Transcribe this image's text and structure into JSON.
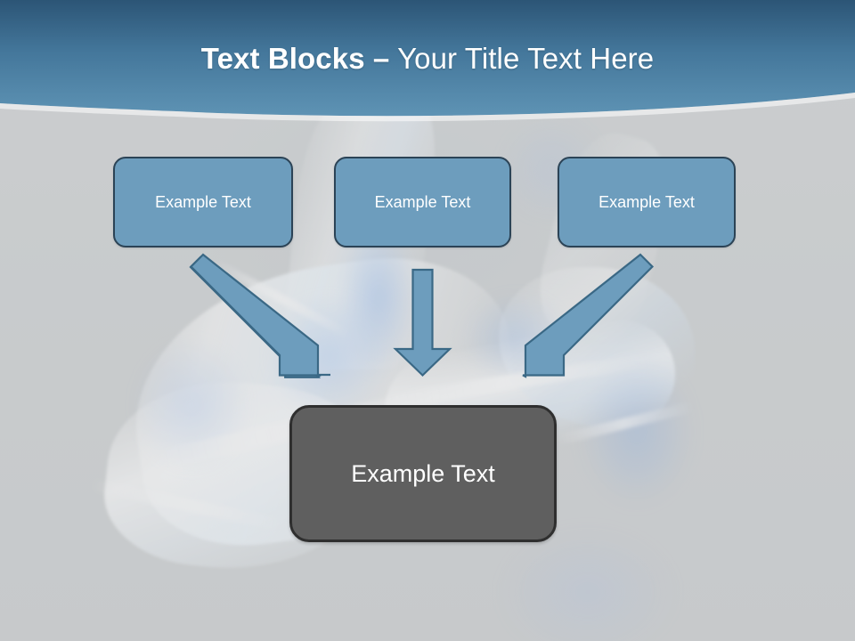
{
  "slide": {
    "title": {
      "bold_part": "Text Blocks –",
      "light_part": " Your Title Text Here"
    },
    "banner_color_top": "#2e5a79",
    "banner_color_bottom": "#5b91b3",
    "background_color": "#c8cbcc"
  },
  "boxes": {
    "top": [
      {
        "label": "Example Text",
        "fill": "#6d9dbd",
        "border": "#2b4356"
      },
      {
        "label": "Example Text",
        "fill": "#6d9dbd",
        "border": "#2b4356"
      },
      {
        "label": "Example Text",
        "fill": "#6d9dbd",
        "border": "#2b4356"
      }
    ],
    "result": {
      "label": "Example Text",
      "fill": "#5f5f5f",
      "border": "#2f2f2f"
    }
  },
  "arrows": [
    {
      "name": "arrow-left-diagonal",
      "direction": "down-right",
      "fill": "#6d9dbd",
      "border": "#3a6885"
    },
    {
      "name": "arrow-middle-straight",
      "direction": "down",
      "fill": "#6d9dbd",
      "border": "#3a6885"
    },
    {
      "name": "arrow-right-diagonal",
      "direction": "down-left",
      "fill": "#6d9dbd",
      "border": "#3a6885"
    }
  ]
}
